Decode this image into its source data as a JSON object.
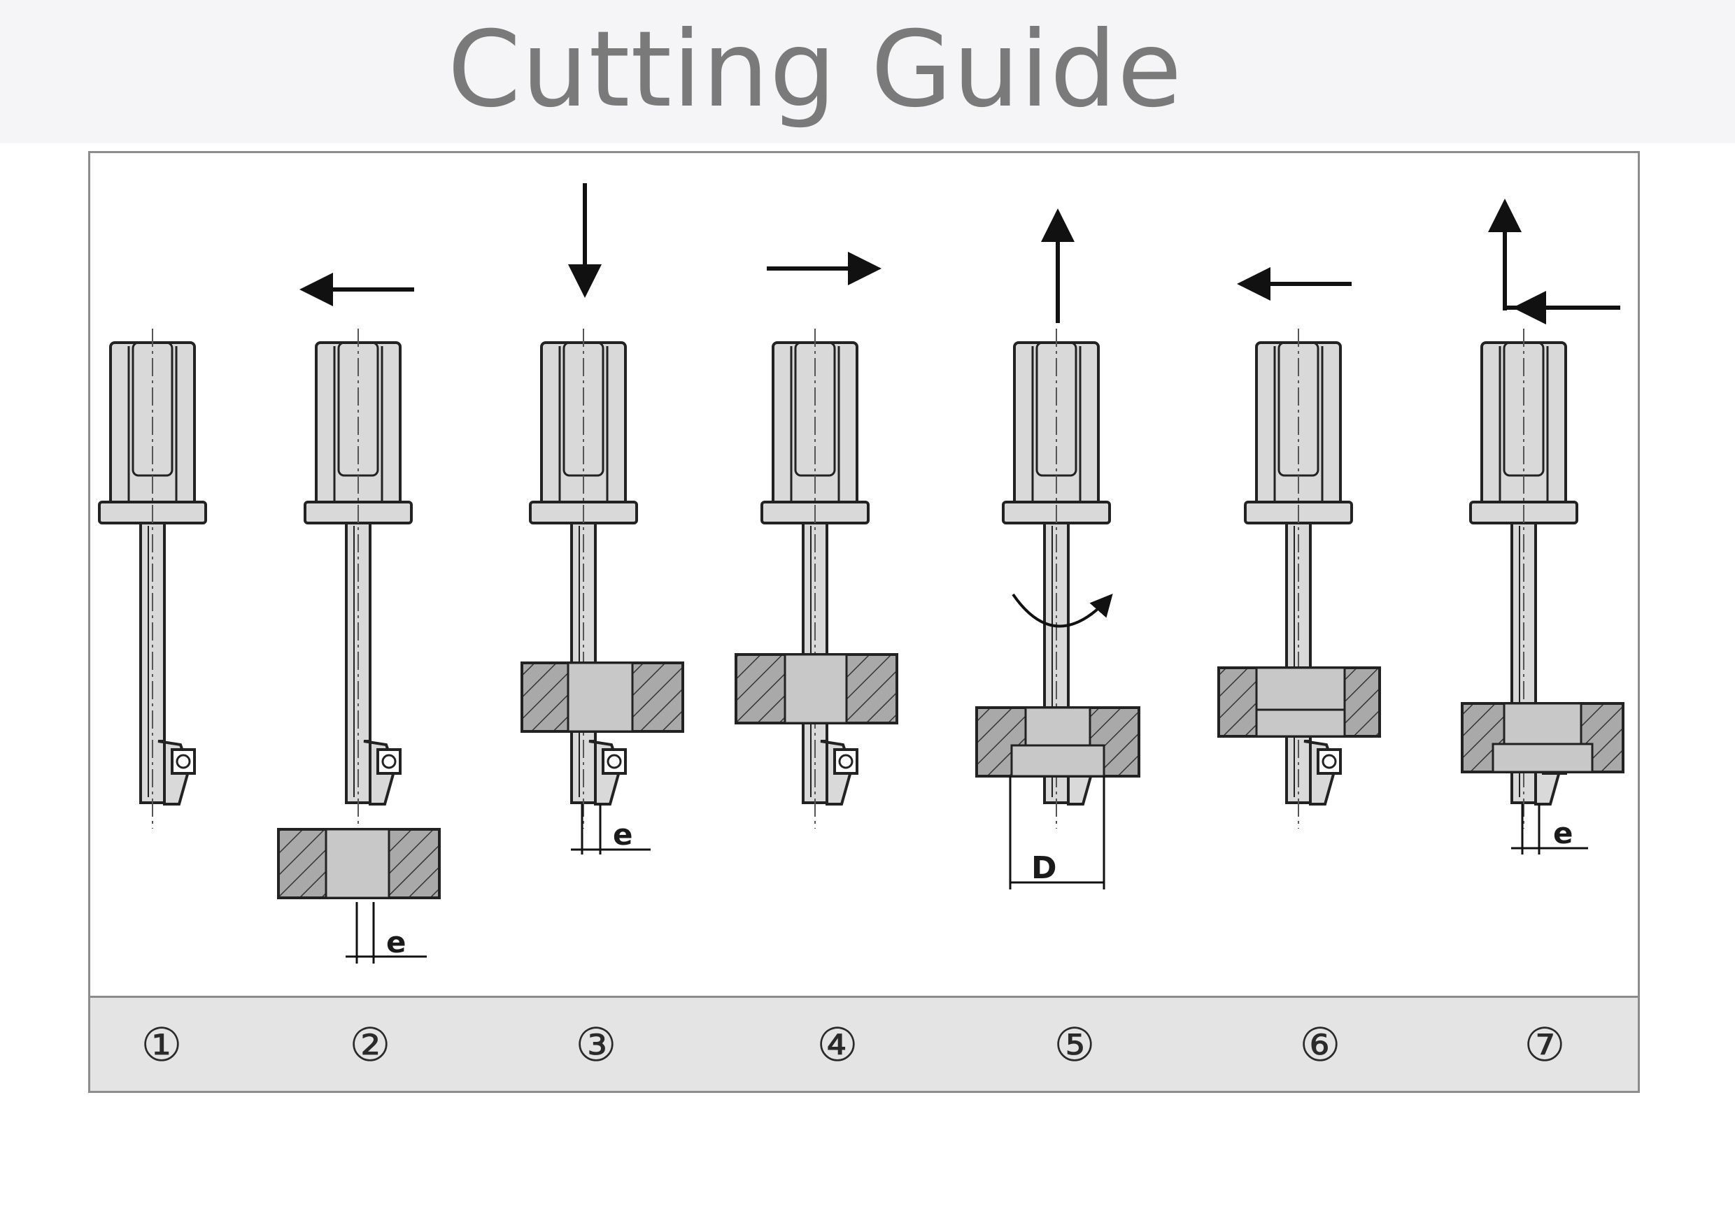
{
  "title": "Cutting Guide",
  "steps": [
    "①",
    "②",
    "③",
    "④",
    "⑤",
    "⑥",
    "⑦"
  ],
  "dimension_labels": {
    "eccentricity": "e",
    "diameter": "D"
  },
  "colors": {
    "tool_fill": "#d9d9d9",
    "workpiece_fill": "#a9a9a9",
    "line": "#222222",
    "title_text": "#7a7a7a",
    "steps_band": "#e4e4e4"
  }
}
